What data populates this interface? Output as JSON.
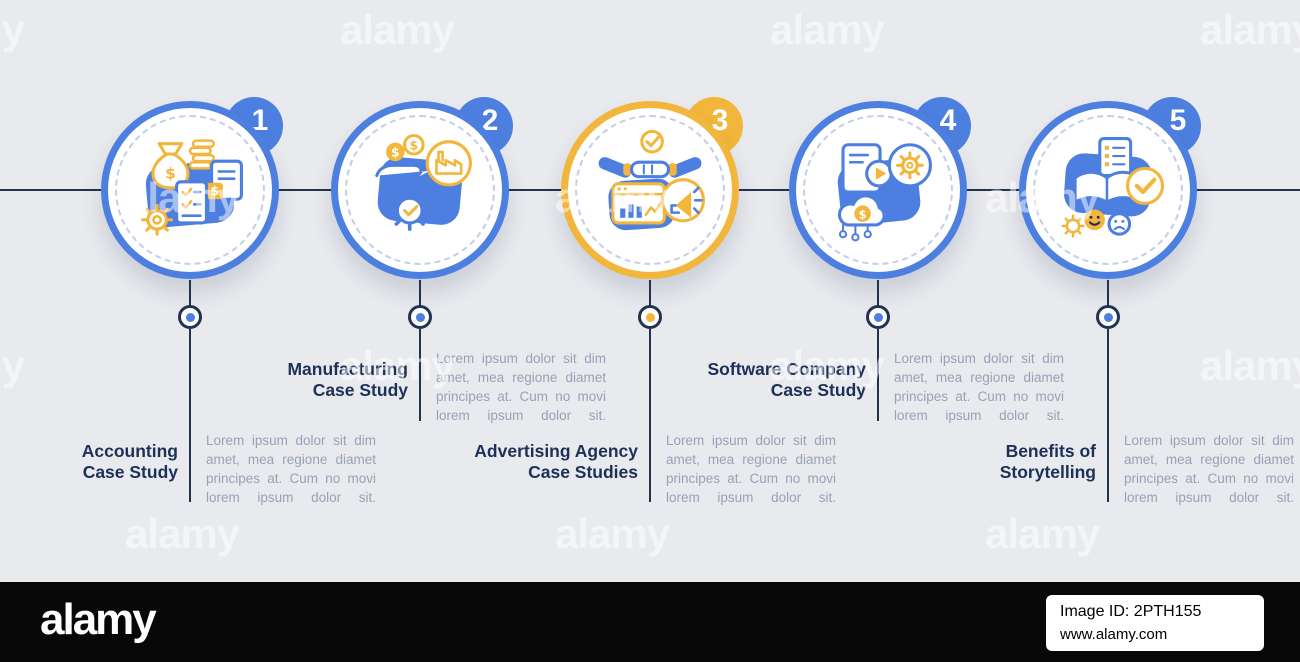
{
  "colors": {
    "background": "#e9eaee",
    "timeline": "#23334f",
    "blue_accent": "#4d7fe0",
    "yellow_accent": "#f2b63c",
    "title_text": "#1d3057",
    "body_text": "#98a1b6",
    "badge_number": "#ffffff",
    "footer_background": "#070707",
    "watermark_text": "#ffffff"
  },
  "items": [
    {
      "number": "1",
      "title": "Accounting Case Study",
      "title_lines": [
        "Accounting",
        "Case Study"
      ],
      "body": "Lorem ipsum dolor sit dim amet, mea regione diamet principes at. Cum no movi lorem ipsum dolor sit.",
      "accent": "#4d7fe0",
      "icons": [
        "money-bag-icon",
        "coins-stack-icon",
        "invoice-dollar-icon",
        "checklist-icon",
        "gear-icon"
      ]
    },
    {
      "number": "2",
      "title": "Manufacturing Case Study",
      "title_lines": [
        "Manufacturing",
        "Case Study"
      ],
      "body": "Lorem ipsum dolor sit dim amet, mea regione diamet principes at. Cum no movi lorem ipsum dolor sit.",
      "accent": "#4d7fe0",
      "icons": [
        "hand-coins-icon",
        "factory-icon",
        "gear-check-icon"
      ]
    },
    {
      "number": "3",
      "title": "Advertising Agency Case Studies",
      "title_lines": [
        "Advertising Agency",
        "Case Studies"
      ],
      "body": "Lorem ipsum dolor sit dim amet, mea regione diamet principes at. Cum no movi lorem ipsum dolor sit.",
      "accent": "#f2b63c",
      "icons": [
        "check-badge-icon",
        "handshake-icon",
        "analytics-browser-icon",
        "megaphone-icon"
      ]
    },
    {
      "number": "4",
      "title": "Software Company Case Study",
      "title_lines": [
        "Software Company",
        "Case Study"
      ],
      "body": "Lorem ipsum dolor sit dim amet, mea regione diamet principes at. Cum no movi lorem ipsum dolor sit.",
      "accent": "#4d7fe0",
      "icons": [
        "video-document-icon",
        "gear-icon",
        "cloud-dollar-icon"
      ]
    },
    {
      "number": "5",
      "title": "Benefits of Storytelling",
      "title_lines": [
        "Benefits of",
        "Storytelling"
      ],
      "body": "Lorem ipsum dolor sit dim amet, mea regione diamet principes at. Cum no movi lorem ipsum dolor sit.",
      "accent": "#4d7fe0",
      "icons": [
        "storybook-icon",
        "emoji-faces-icon",
        "check-circle-icon",
        "gear-icon"
      ]
    }
  ],
  "watermark": {
    "brand": "alamy",
    "image_id": "Image ID: 2PTH155",
    "url": "www.alamy.com"
  }
}
